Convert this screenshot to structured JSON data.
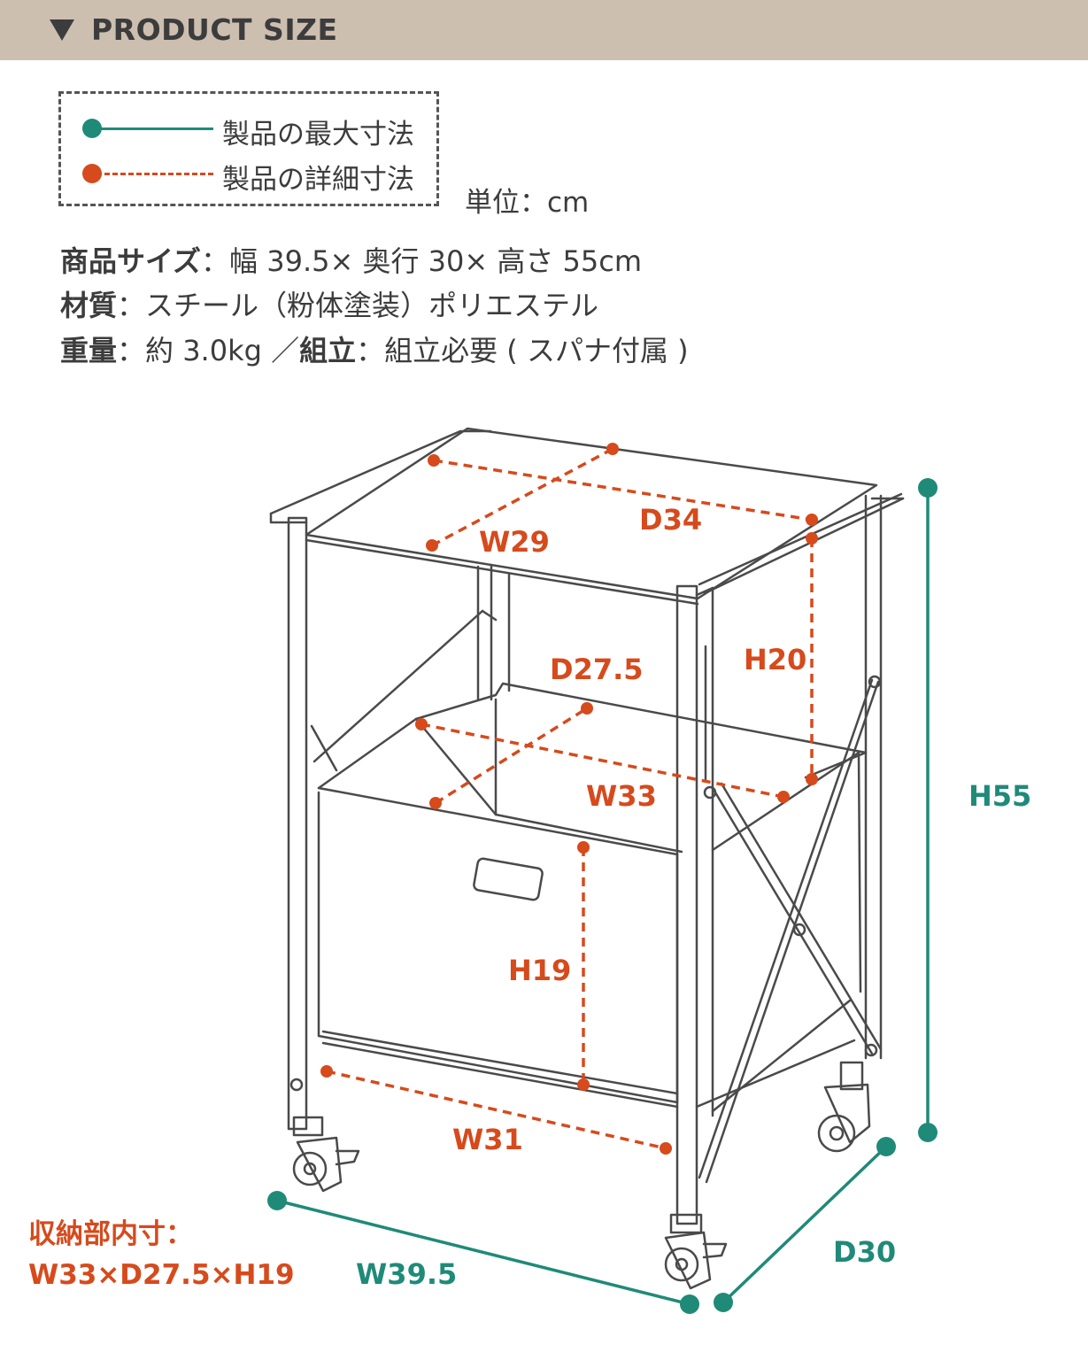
{
  "header": {
    "title": "PRODUCT SIZE"
  },
  "legend": {
    "max_label": "製品の最大寸法",
    "detail_label": "製品の詳細寸法"
  },
  "unit": "単位：cm",
  "specs": {
    "size_label": "商品サイズ",
    "size_value": "：幅 39.5× 奥行 30× 高さ 55cm",
    "material_label": "材質",
    "material_value": "：スチール（粉体塗装）ポリエステル",
    "weight_label": "重量",
    "weight_value": "：約 3.0kg ／",
    "assembly_label": "組立",
    "assembly_value": "：組立必要 ( スパナ付属 )"
  },
  "dimensions": {
    "w29": "W29",
    "d34": "D34",
    "h20": "H20",
    "d27_5": "D27.5",
    "w33": "W33",
    "h19": "H19",
    "w31": "W31",
    "h55": "H55",
    "w39_5": "W39.5",
    "d30": "D30"
  },
  "storage_inner": {
    "label": "収納部内寸：",
    "value": "W33×D27.5×H19"
  },
  "colors": {
    "header_bg": "#cdbfb0",
    "max_dimension": "#1f8a78",
    "detail_dimension": "#d64a1c",
    "text": "#3c3c3c"
  }
}
